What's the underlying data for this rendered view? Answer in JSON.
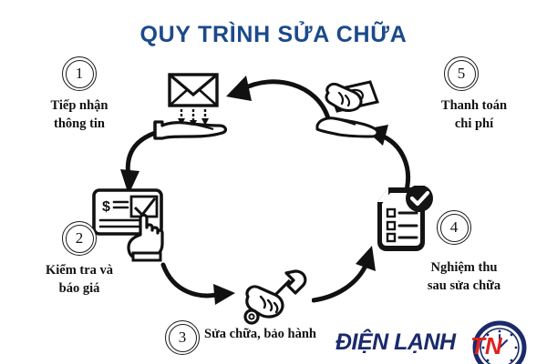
{
  "page": {
    "title": "QUY TRÌNH SỬA CHỮA",
    "title_color": "#1b4a8a",
    "background_color": "#ffffff",
    "diagram_type": "circular-process-flow",
    "step_count": 5
  },
  "steps": [
    {
      "number": "1",
      "label": "Tiếp nhận\nthông tin",
      "icon": "envelope-to-hand-icon"
    },
    {
      "number": "2",
      "label": "Kiểm tra và\nbáo giá",
      "icon": "invoice-checkbox-hand-icon"
    },
    {
      "number": "3",
      "label": "Sửa chữa, bảo hành",
      "icon": "hand-holding-wrench-icon"
    },
    {
      "number": "4",
      "label": "Nghiệm thu\nsau sửa chữa",
      "icon": "clipboard-checkmark-icon"
    },
    {
      "number": "5",
      "label": "Thanh toán\nchi phí",
      "icon": "hand-giving-money-icon"
    }
  ],
  "arrows": [
    {
      "name": "arrow-step5-to-step1",
      "direction": "right-to-left"
    },
    {
      "name": "arrow-step1-to-step2",
      "direction": "top-to-bottom-left"
    },
    {
      "name": "arrow-step2-to-step3",
      "direction": "left-to-right"
    },
    {
      "name": "arrow-step3-to-step4",
      "direction": "bottom-to-top-right"
    },
    {
      "name": "arrow-step4-to-step5",
      "direction": "bottom-to-top"
    }
  ],
  "logo": {
    "brand_text": "ĐIỆN LẠNH",
    "brand_color": "#1b2a6b",
    "mark_text": "TN",
    "mark_color": "#e02020",
    "mark_icon": "clock-icon"
  }
}
